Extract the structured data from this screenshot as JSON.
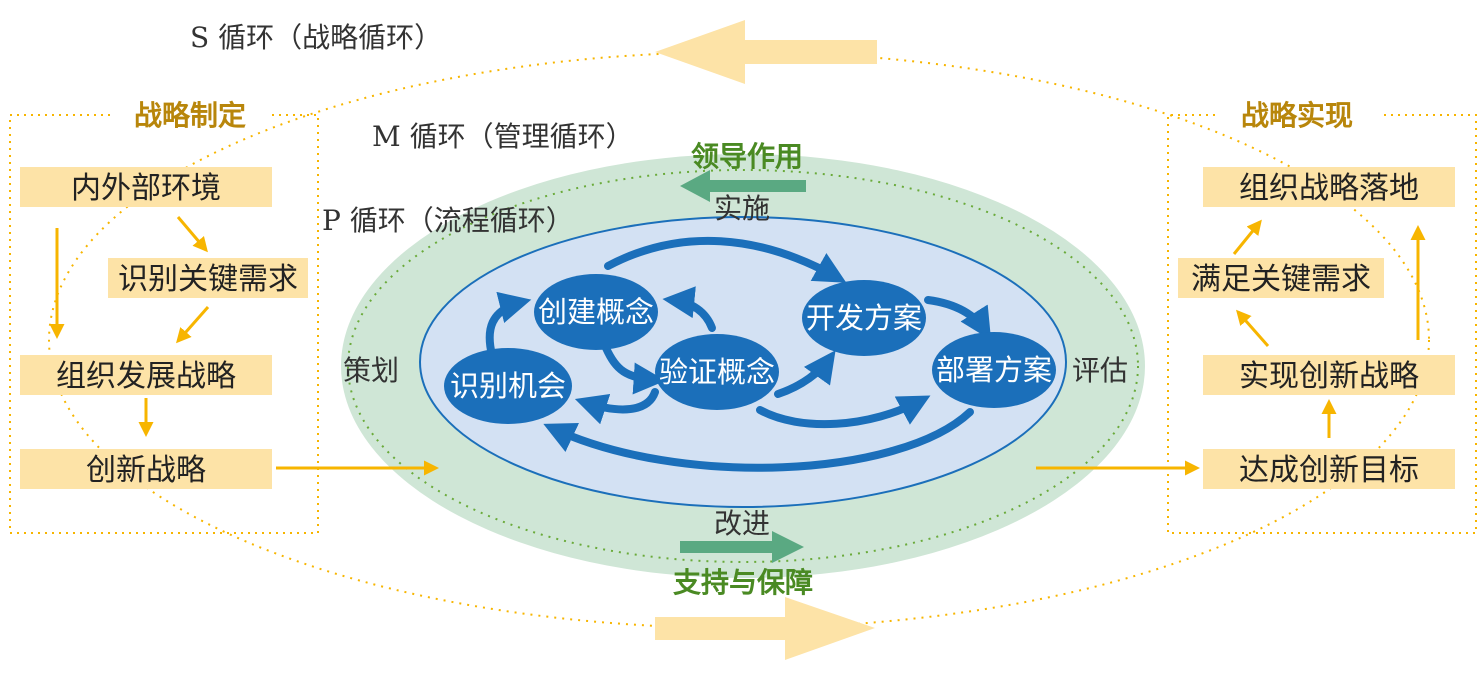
{
  "colors": {
    "box_fill": "#fde3a7",
    "gold_arrow": "#f7b500",
    "gold_text": "#b8860b",
    "green_fill": "#cfe6d6",
    "green_text": "#4a8a23",
    "green_arrow": "#5aa982",
    "blue_fill": "#d3e1f3",
    "blue_node": "#1b6fba",
    "blue_arrow": "#1b6fba"
  },
  "s_cycle": {
    "title": "S 循环（战略循环）"
  },
  "m_cycle": {
    "title": "M 循环（管理循环）",
    "top_label": "领导作用",
    "bottom_label": "支持与保障",
    "left_label": "策划",
    "right_label": "评估"
  },
  "p_cycle": {
    "title": "P 循环（流程循环）",
    "top_label": "实施",
    "bottom_label": "改进",
    "nodes": {
      "identify": "识别机会",
      "create": "创建概念",
      "verify": "验证概念",
      "develop": "开发方案",
      "deploy": "部署方案"
    }
  },
  "left_panel": {
    "title": "战略制定",
    "boxes": [
      "内外部环境",
      "识别关键需求",
      "组织发展战略",
      "创新战略"
    ]
  },
  "right_panel": {
    "title": "战略实现",
    "boxes": [
      "组织战略落地",
      "满足关键需求",
      "实现创新战略",
      "达成创新目标"
    ]
  }
}
